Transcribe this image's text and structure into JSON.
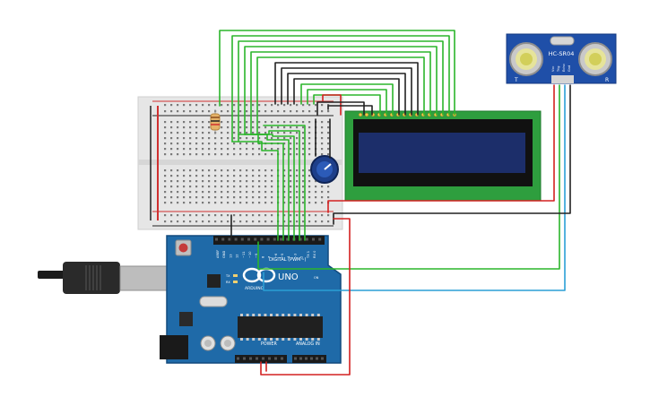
{
  "sensor": {
    "model": "HC-SR04",
    "pin_labels": [
      "Vcc",
      "Trig",
      "Echo",
      "Gnd"
    ],
    "side_left": "T",
    "side_right": "R"
  },
  "arduino": {
    "board": "UNO",
    "brand": "ARDUINO",
    "digital_label": "DIGITAL (PWM~)",
    "power_label": "POWER",
    "analog_label": "ANALOG IN",
    "led_labels": [
      "TX",
      "RX"
    ],
    "on_label": "ON",
    "header_labels": [
      "AREF",
      "GND",
      "13",
      "12",
      "~11",
      "~10",
      "~9",
      "8",
      "7",
      "~6",
      "~5",
      "4",
      "~3",
      "2",
      "TX 1",
      "RX 0"
    ]
  },
  "lcd": {
    "pin_count": 16
  },
  "colors": {
    "wire_green": "#2bb52b",
    "wire_black": "#222222",
    "wire_red": "#d42020",
    "wire_blue": "#2a9fd6",
    "board_blue": "#1f6aa8",
    "lcd_green": "#2e9e3e",
    "lcd_screen": "#1c2e6a"
  }
}
